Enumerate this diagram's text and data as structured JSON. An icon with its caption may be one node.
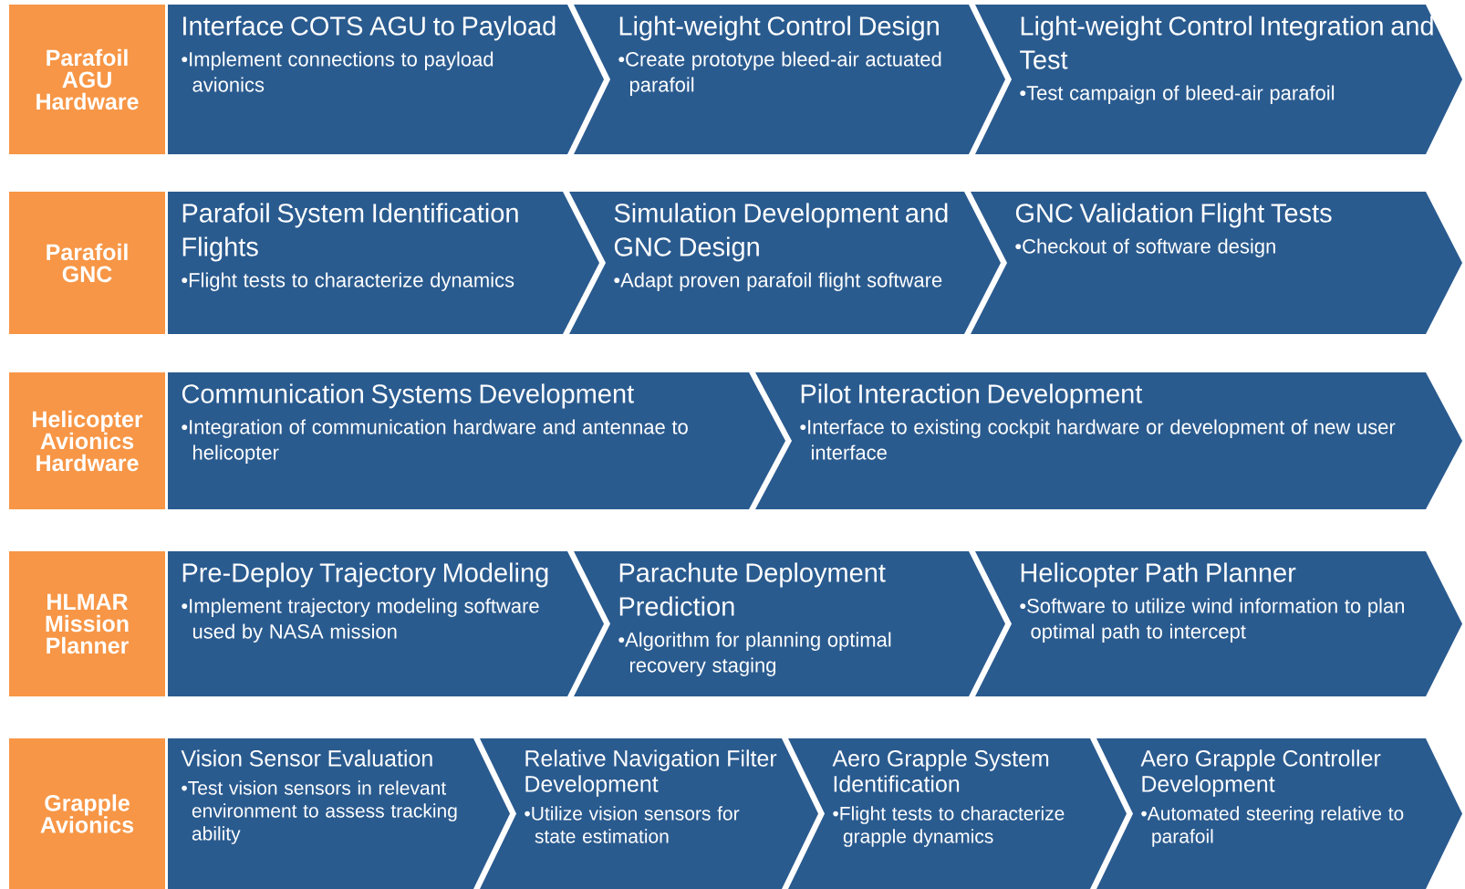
{
  "diagram": {
    "nodes": [
      {
        "text": [
          "Parafoil AGU Hardware"
        ]
      },
      {
        "text": [
          "Interface COTS AGU to Payload",
          "•Implement connections to payload avionics"
        ]
      },
      {
        "text": [
          "Light-weight Control Design",
          "•Create prototype bleed-air actuated parafoil"
        ]
      },
      {
        "text": [
          "Light-weight Control Integration and Test",
          "•Test campaign of bleed-air parafoil"
        ]
      },
      {
        "text": [
          "Parafoil GNC"
        ]
      },
      {
        "text": [
          "Parafoil System Identification Flights",
          "•Flight tests to characterize dynamics"
        ]
      },
      {
        "text": [
          "Simulation Development and GNC Design",
          "•Adapt proven parafoil flight software"
        ]
      },
      {
        "text": [
          "GNC Validation Flight Tests",
          "•Checkout of software design"
        ]
      },
      {
        "text": [
          "Helicopter Avionics Hardware"
        ]
      },
      {
        "text": [
          "Communication Systems Development",
          "•Integration of communication hardware and antennae to helicopter"
        ]
      },
      {
        "text": [
          "Pilot Interaction Development",
          "•Interface to existing cockpit hardware or development of new user interface"
        ]
      },
      {
        "text": [
          "HLMAR Mission Planner"
        ]
      },
      {
        "text": [
          "Pre-Deploy Trajectory Modeling",
          "•Implement trajectory modeling software used by NASA mission"
        ]
      },
      {
        "text": [
          "Parachute Deployment Prediction",
          "•Algorithm for planning optimal recovery staging"
        ]
      },
      {
        "text": [
          "Helicopter Path Planner",
          "•Software to utilize wind information to plan optimal path to intercept"
        ]
      },
      {
        "text": [
          "Grapple Avionics"
        ]
      },
      {
        "text": [
          "Vision Sensor Evaluation",
          "•Test vision sensors in relevant environment to assess tracking ability"
        ]
      },
      {
        "text": [
          "Relative Navigation Filter Development",
          "•Utilize vision sensors for state estimation"
        ]
      },
      {
        "text": [
          "Aero Grapple System Identification",
          "•Flight tests to characterize grapple dynamics"
        ]
      },
      {
        "text": [
          "Aero Grapple Controller Development",
          "•Automated steering relative to parafoil"
        ]
      }
    ]
  }
}
